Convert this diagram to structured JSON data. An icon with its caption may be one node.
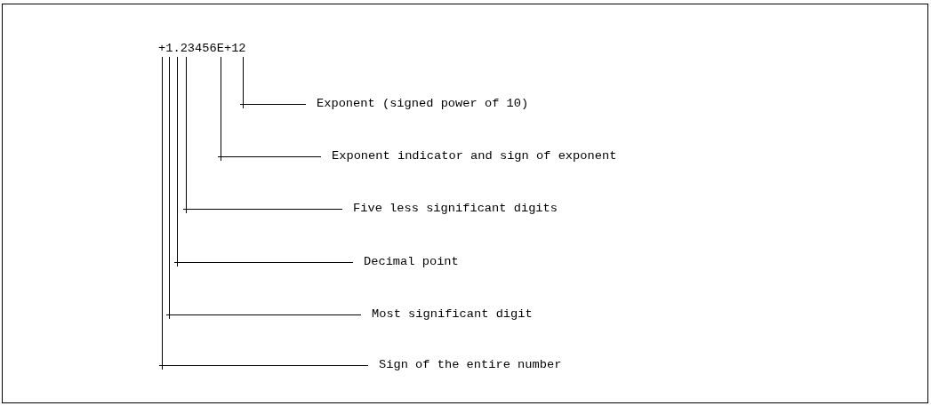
{
  "diagram": {
    "nodes": [
      {
        "text": [
          "+1.23456E+12"
        ]
      },
      {
        "text": [
          "Exponent (signed power of 10)"
        ]
      },
      {
        "text": [
          "Exponent indicator and sign of exponent"
        ]
      },
      {
        "text": [
          "Five less significant digits"
        ]
      },
      {
        "text": [
          "Decimal point"
        ]
      },
      {
        "text": [
          "Most significant digit"
        ]
      },
      {
        "text": [
          "Sign of the entire number"
        ]
      }
    ],
    "edges": [
      {
        "from": 1,
        "to": 0,
        "arrow": "none"
      },
      {
        "from": 2,
        "to": 0,
        "arrow": "none"
      },
      {
        "from": 3,
        "to": 0,
        "arrow": "none"
      },
      {
        "from": 4,
        "to": 0,
        "arrow": "none"
      },
      {
        "from": 5,
        "to": 0,
        "arrow": "none"
      },
      {
        "from": 6,
        "to": 0,
        "arrow": "none"
      }
    ]
  }
}
